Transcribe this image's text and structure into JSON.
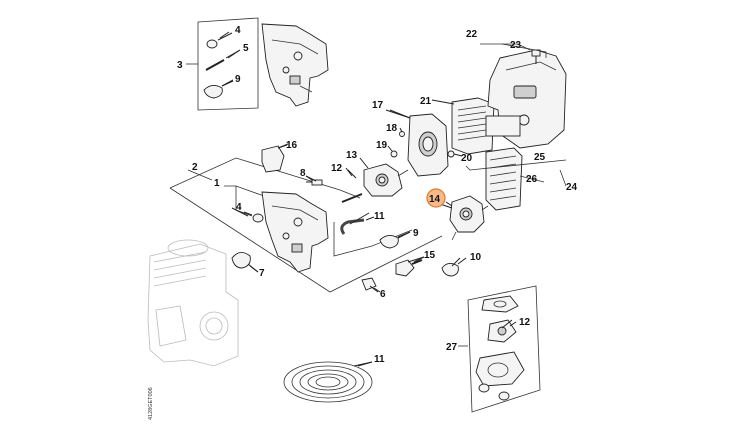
{
  "labels": {
    "l1": "1",
    "l2": "2",
    "l3": "3",
    "l4a": "4",
    "l4b": "4",
    "l5": "5",
    "l6": "6",
    "l7": "7",
    "l8": "8",
    "l9a": "9",
    "l9b": "9",
    "l10": "10",
    "l11a": "11",
    "l11b": "11",
    "l12a": "12",
    "l12b": "12",
    "l13": "13",
    "l14": "14",
    "l15": "15",
    "l16": "16",
    "l17": "17",
    "l18": "18",
    "l19": "19",
    "l20": "20",
    "l21": "21",
    "l22": "22",
    "l23": "23",
    "l24": "24",
    "l25": "25",
    "l26": "26",
    "l27": "27"
  },
  "drawing_number": "4128GET006",
  "highlight_color": "#f6b98a"
}
